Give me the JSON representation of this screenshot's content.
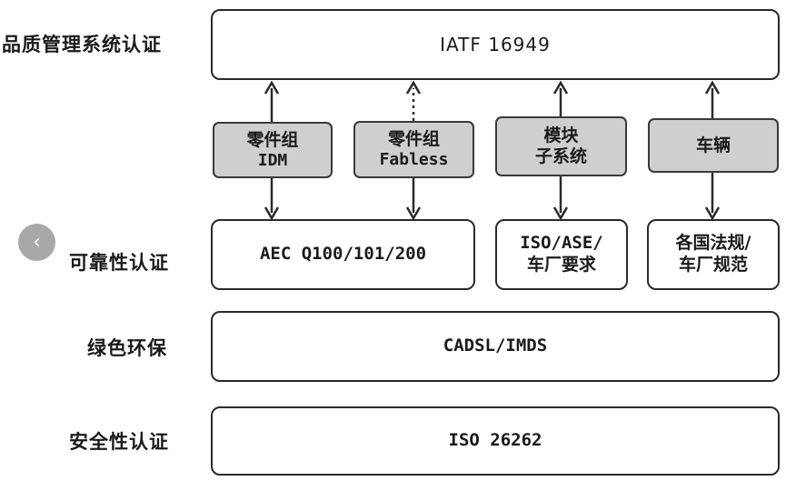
{
  "rows": {
    "quality": {
      "label": "品质管理系统认证",
      "box": "IATF 16949"
    },
    "reliability": {
      "label": "可靠性认证",
      "boxes": [
        "AEC Q100/101/200",
        "ISO/ASE/",
        "车厂要求",
        "各国法规/",
        "车厂规范"
      ]
    },
    "green": {
      "label": "绿色环保",
      "box": "CADSL/IMDS"
    },
    "safety": {
      "label": "安全性认证",
      "box": "ISO 26262"
    }
  },
  "middle": [
    {
      "line1": "零件组",
      "line2": "IDM"
    },
    {
      "line1": "零件组",
      "line2": "Fabless"
    },
    {
      "line1": "模块",
      "line2": "子系统"
    },
    {
      "line1": "车辆",
      "line2": ""
    }
  ],
  "nav": {
    "back_icon": "chevron-left-icon",
    "back_glyph": "‹"
  },
  "colors": {
    "gray_box": "#cfcfcf",
    "border": "#2a2a2a",
    "nav_button": "#9a9a9a"
  }
}
